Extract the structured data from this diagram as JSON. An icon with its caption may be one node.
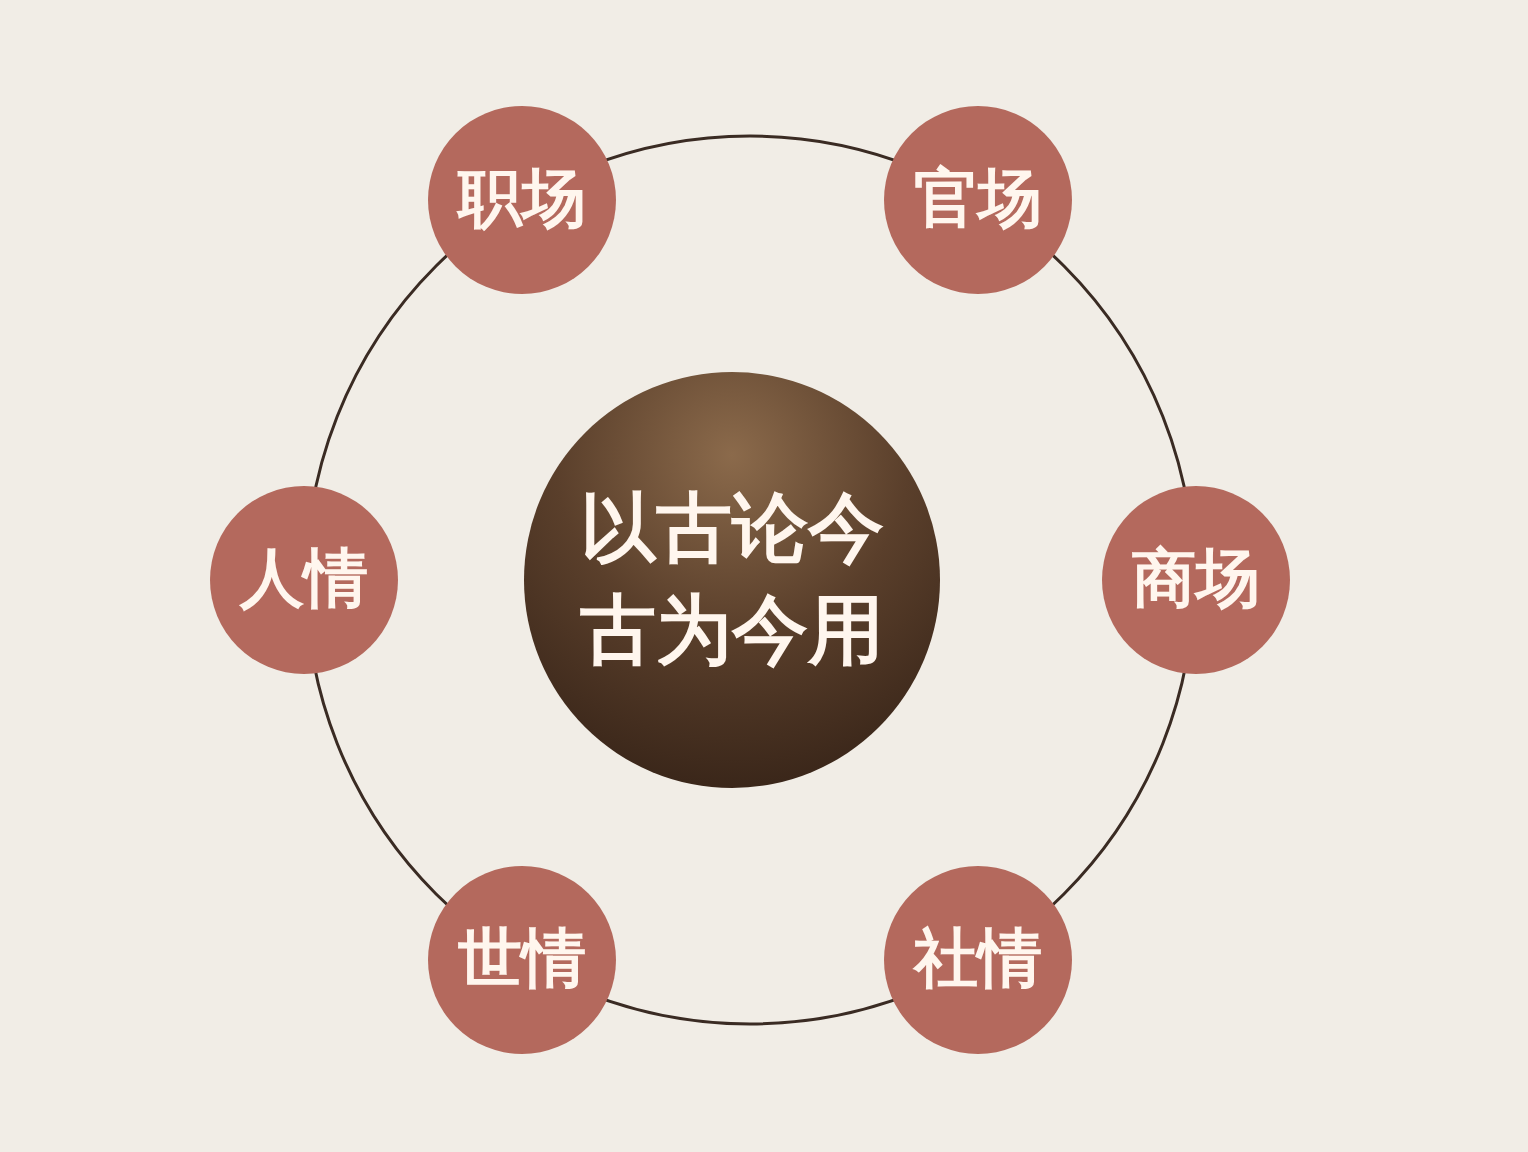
{
  "diagram": {
    "nodes": [
      {
        "text": [
          "以古论今",
          "古为今用"
        ]
      },
      {
        "text": [
          "职场"
        ]
      },
      {
        "text": [
          "官场"
        ]
      },
      {
        "text": [
          "人情"
        ]
      },
      {
        "text": [
          "商场"
        ]
      },
      {
        "text": [
          "世情"
        ]
      },
      {
        "text": [
          "社情"
        ]
      }
    ]
  }
}
